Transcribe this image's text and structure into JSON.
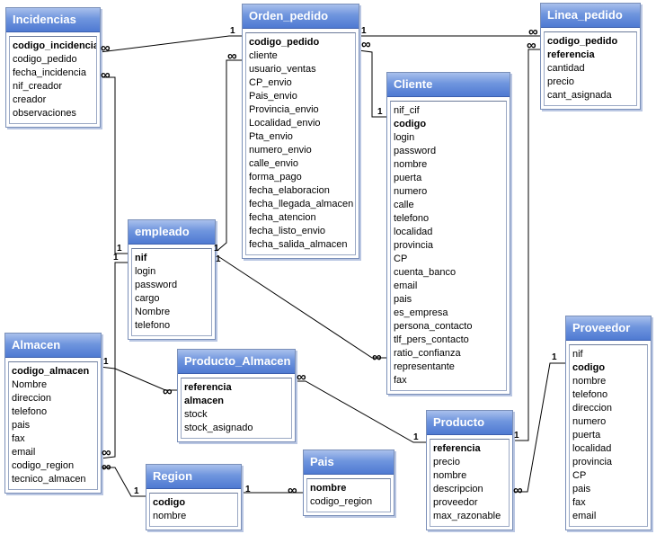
{
  "tables": {
    "incidencias": {
      "name": "Incidencias",
      "fields": [
        {
          "text": "codigo_incidencia",
          "key": true
        },
        {
          "text": "codigo_pedido"
        },
        {
          "text": "fecha_incidencia"
        },
        {
          "text": "nif_creador"
        },
        {
          "text": "creador"
        },
        {
          "text": "observaciones"
        }
      ]
    },
    "orden_pedido": {
      "name": "Orden_pedido",
      "fields": [
        {
          "text": "codigo_pedido",
          "key": true
        },
        {
          "text": "cliente"
        },
        {
          "text": "usuario_ventas"
        },
        {
          "text": "CP_envio"
        },
        {
          "text": "Pais_envio"
        },
        {
          "text": "Provincia_envio"
        },
        {
          "text": "Localidad_envio"
        },
        {
          "text": "Pta_envio"
        },
        {
          "text": "numero_envio"
        },
        {
          "text": "calle_envio"
        },
        {
          "text": "forma_pago"
        },
        {
          "text": "fecha_elaboracion"
        },
        {
          "text": "fecha_llegada_almacen"
        },
        {
          "text": "fecha_atencion"
        },
        {
          "text": "fecha_listo_envio"
        },
        {
          "text": "fecha_salida_almacen"
        }
      ]
    },
    "linea_pedido": {
      "name": "Linea_pedido",
      "fields": [
        {
          "text": "codigo_pedido",
          "key": true
        },
        {
          "text": "referencia",
          "key": true
        },
        {
          "text": "cantidad"
        },
        {
          "text": "precio"
        },
        {
          "text": "cant_asignada"
        }
      ]
    },
    "cliente": {
      "name": "Cliente",
      "fields": [
        {
          "text": "nif_cif"
        },
        {
          "text": "codigo",
          "key": true
        },
        {
          "text": "login"
        },
        {
          "text": "password"
        },
        {
          "text": "nombre"
        },
        {
          "text": "puerta"
        },
        {
          "text": "numero"
        },
        {
          "text": "calle"
        },
        {
          "text": "telefono"
        },
        {
          "text": "localidad"
        },
        {
          "text": "provincia"
        },
        {
          "text": "CP"
        },
        {
          "text": "cuenta_banco"
        },
        {
          "text": "email"
        },
        {
          "text": "pais"
        },
        {
          "text": "es_empresa"
        },
        {
          "text": "persona_contacto"
        },
        {
          "text": "tlf_pers_contacto"
        },
        {
          "text": "ratio_confianza"
        },
        {
          "text": "representante"
        },
        {
          "text": "fax"
        }
      ]
    },
    "empleado": {
      "name": "empleado",
      "fields": [
        {
          "text": "nif",
          "key": true
        },
        {
          "text": "login"
        },
        {
          "text": "password"
        },
        {
          "text": "cargo"
        },
        {
          "text": "Nombre"
        },
        {
          "text": "telefono"
        }
      ]
    },
    "almacen": {
      "name": "Almacen",
      "fields": [
        {
          "text": "codigo_almacen",
          "key": true
        },
        {
          "text": "Nombre"
        },
        {
          "text": "direccion"
        },
        {
          "text": "telefono"
        },
        {
          "text": "pais"
        },
        {
          "text": "fax"
        },
        {
          "text": "email"
        },
        {
          "text": "codigo_region"
        },
        {
          "text": "tecnico_almacen"
        }
      ]
    },
    "producto_almacen": {
      "name": "Producto_Almacen",
      "fields": [
        {
          "text": "referencia",
          "key": true
        },
        {
          "text": "almacen",
          "key": true
        },
        {
          "text": "stock"
        },
        {
          "text": "stock_asignado"
        }
      ]
    },
    "proveedor": {
      "name": "Proveedor",
      "fields": [
        {
          "text": "nif"
        },
        {
          "text": "codigo",
          "key": true
        },
        {
          "text": "nombre"
        },
        {
          "text": "telefono"
        },
        {
          "text": "direccion"
        },
        {
          "text": "numero"
        },
        {
          "text": "puerta"
        },
        {
          "text": "localidad"
        },
        {
          "text": "provincia"
        },
        {
          "text": "CP"
        },
        {
          "text": "pais"
        },
        {
          "text": "fax"
        },
        {
          "text": "email"
        }
      ]
    },
    "producto": {
      "name": "Producto",
      "fields": [
        {
          "text": "referencia",
          "key": true
        },
        {
          "text": "precio"
        },
        {
          "text": "nombre"
        },
        {
          "text": "descripcion"
        },
        {
          "text": "proveedor"
        },
        {
          "text": "max_razonable"
        }
      ]
    },
    "region": {
      "name": "Region",
      "fields": [
        {
          "text": "codigo",
          "key": true
        },
        {
          "text": "nombre"
        }
      ]
    },
    "pais": {
      "name": "Pais",
      "fields": [
        {
          "text": "nombre",
          "key": true
        },
        {
          "text": "codigo_region"
        }
      ]
    }
  },
  "relationships": [
    {
      "from": "incidencias",
      "to": "orden_pedido",
      "from_card": "∞",
      "to_card": "1"
    },
    {
      "from": "orden_pedido",
      "to": "linea_pedido",
      "from_card": "1",
      "to_card": "∞"
    },
    {
      "from": "orden_pedido",
      "to": "cliente",
      "from_card": "∞",
      "to_card": "1"
    },
    {
      "from": "empleado",
      "to": "orden_pedido",
      "from_card": "1",
      "to_card": "∞"
    },
    {
      "from": "empleado",
      "to": "cliente",
      "from_card": "1",
      "to_card": "∞"
    },
    {
      "from": "incidencias",
      "to": "empleado",
      "from_card": "∞",
      "to_card": "1"
    },
    {
      "from": "almacen",
      "to": "producto_almacen",
      "from_card": "1",
      "to_card": "∞"
    },
    {
      "from": "producto_almacen",
      "to": "producto",
      "from_card": "∞",
      "to_card": "1"
    },
    {
      "from": "linea_pedido",
      "to": "producto",
      "from_card": "∞",
      "to_card": "1"
    },
    {
      "from": "producto",
      "to": "proveedor",
      "from_card": "∞",
      "to_card": "1"
    },
    {
      "from": "almacen",
      "to": "empleado",
      "from_card": "∞",
      "to_card": "1"
    },
    {
      "from": "almacen",
      "to": "region",
      "from_card": "∞",
      "to_card": "1"
    },
    {
      "from": "pais",
      "to": "region",
      "from_card": "∞",
      "to_card": "1"
    }
  ],
  "colors": {
    "header_top": "#a9c0ec",
    "header_bottom": "#4f7ad2",
    "line": "#000000",
    "border": "#7a8fb8"
  }
}
